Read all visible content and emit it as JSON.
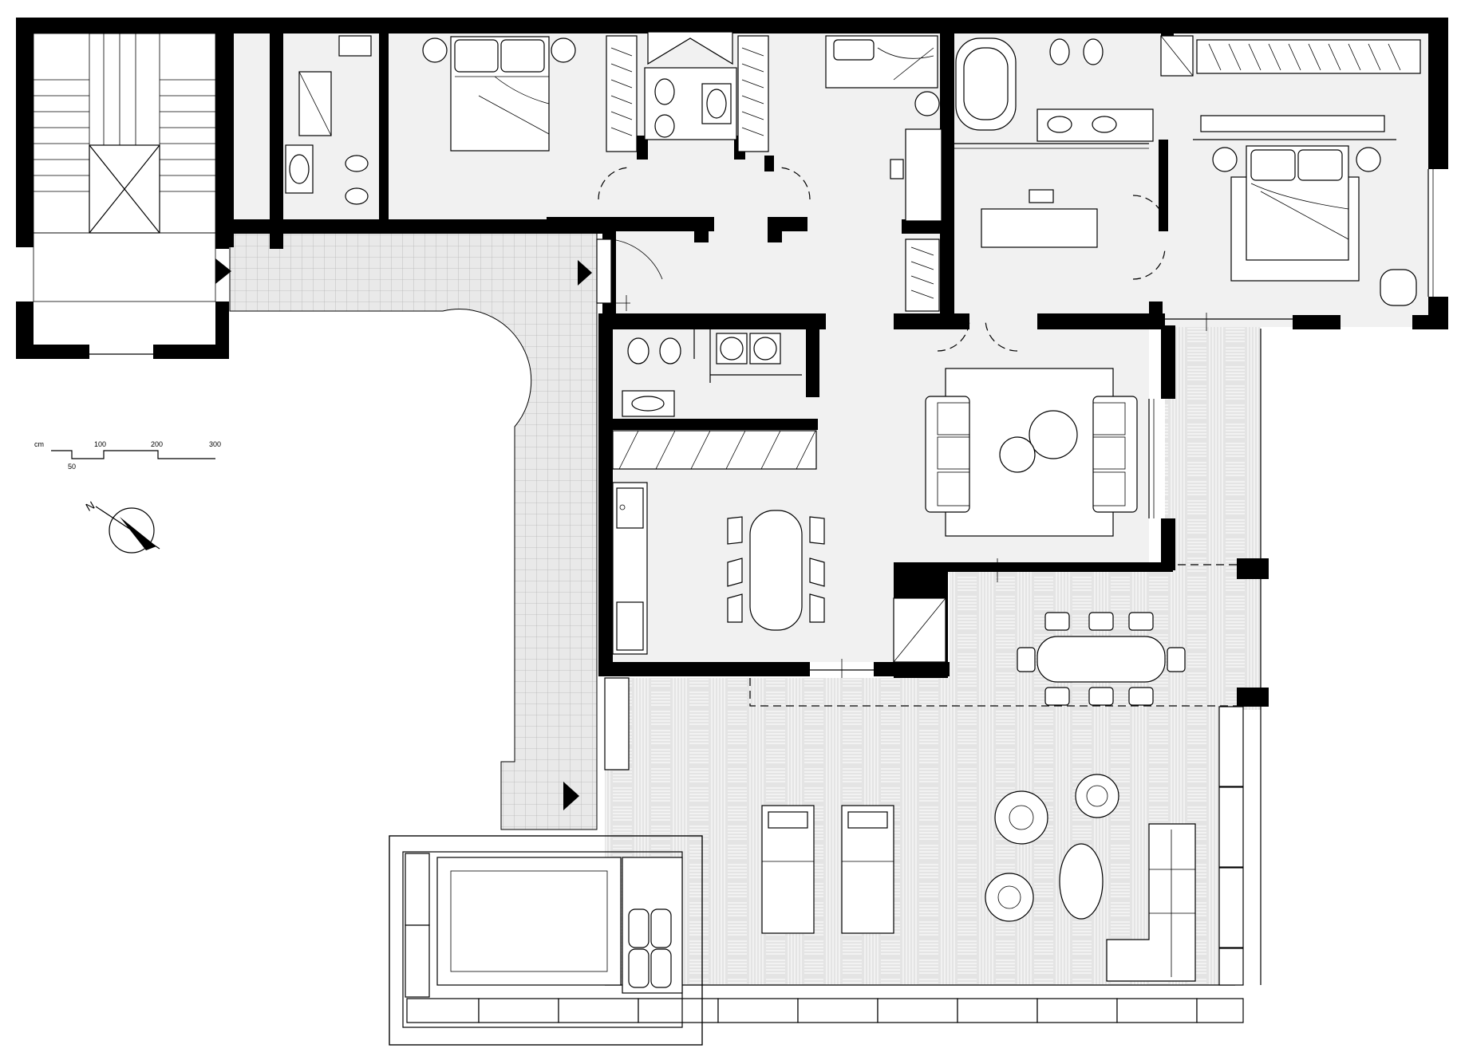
{
  "scale_bar": {
    "unit": "cm",
    "ticks": [
      "50",
      "100",
      "200",
      "300"
    ]
  },
  "compass": {
    "north_label": "N",
    "icon": "north-arrow-icon"
  },
  "colors": {
    "wall": "#000000",
    "floor": "#f1f1f1",
    "background": "#ffffff"
  }
}
